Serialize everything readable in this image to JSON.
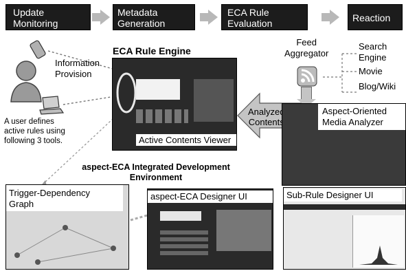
{
  "pipeline": {
    "step1": [
      "Update",
      "Monitoring"
    ],
    "step2": [
      "Metadata",
      "Generation"
    ],
    "step3": [
      "ECA Rule",
      "Evaluation"
    ],
    "step4": "Reaction"
  },
  "engine_title": "ECA Rule Engine",
  "info_provision": [
    "Information",
    "Provision"
  ],
  "user_text": [
    "A user defines",
    "active rules using",
    "following 3 tools."
  ],
  "viewer_label": "Active Contents Viewer",
  "analyzed": [
    "Analyzed",
    "Contents"
  ],
  "feed": {
    "title": [
      "Feed",
      "Aggregator"
    ],
    "sources": [
      "Search",
      "Engine",
      "Movie",
      "Blog/Wiki"
    ]
  },
  "analyzer_label": [
    "Aspect-Oriented",
    "Media Analyzer"
  ],
  "ide_title": [
    "aspect-ECA Integrated Development",
    "Environment"
  ],
  "tools": {
    "trigger": [
      "Trigger-Dependency",
      "Graph"
    ],
    "designer": "aspect-ECA Designer UI",
    "subrule": "Sub-Rule Designer UI"
  },
  "colors": {
    "process_box": "#1c1c1c",
    "arrow": "#b8b8b8",
    "screen": "#2a2a2a"
  }
}
